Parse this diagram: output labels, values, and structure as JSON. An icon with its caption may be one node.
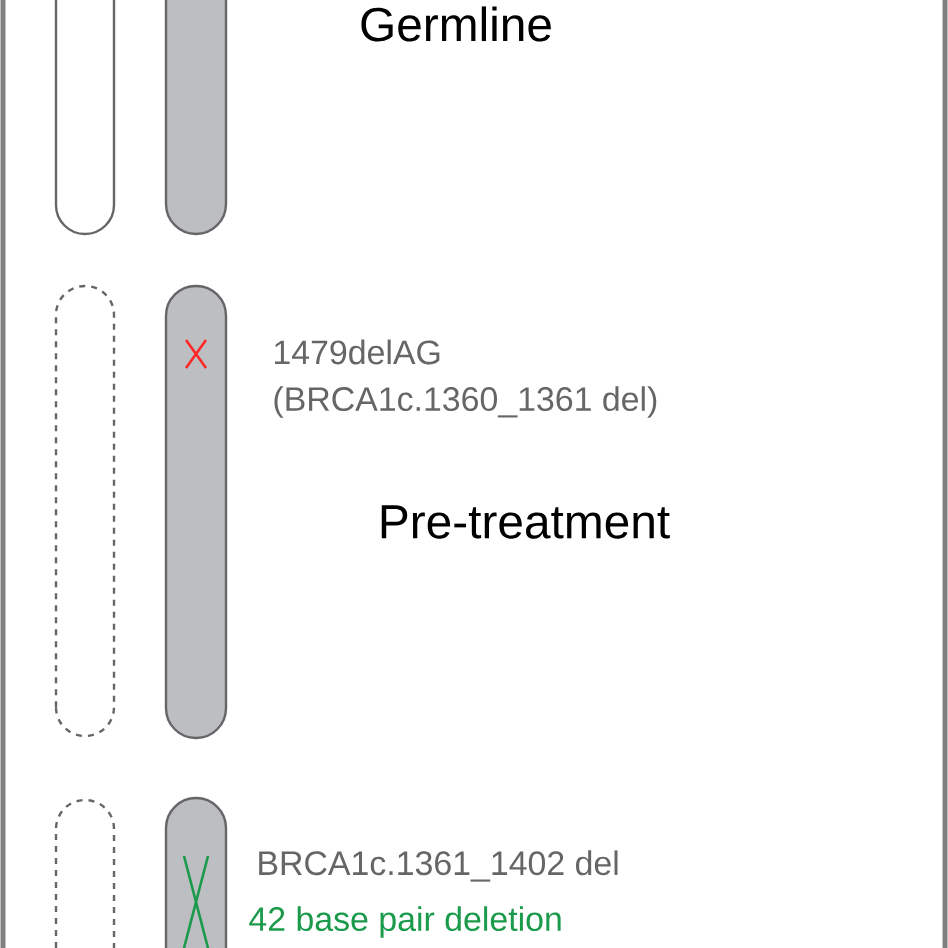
{
  "diagram": {
    "labels": [
      "Germline",
      "1479delAG",
      "(BRCA1c.1360_1361 del)",
      "Pre-treatment",
      "BRCA1c.1361_1402 del",
      "42 base pair deletion"
    ]
  }
}
